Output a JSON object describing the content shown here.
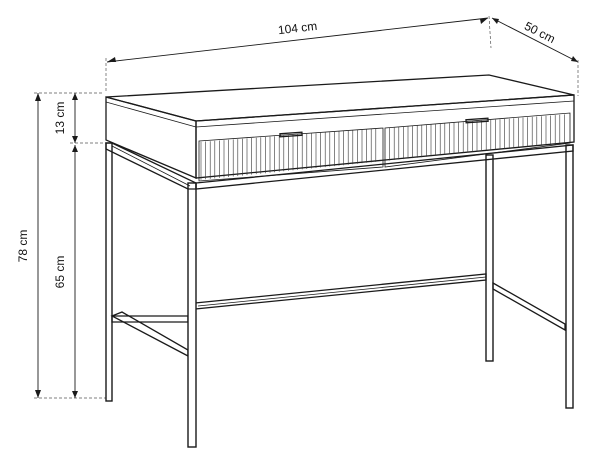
{
  "dimensions": {
    "width": "104 cm",
    "depth": "50 cm",
    "total_height": "78 cm",
    "leg_height": "65 cm",
    "drawer_height": "13 cm"
  }
}
